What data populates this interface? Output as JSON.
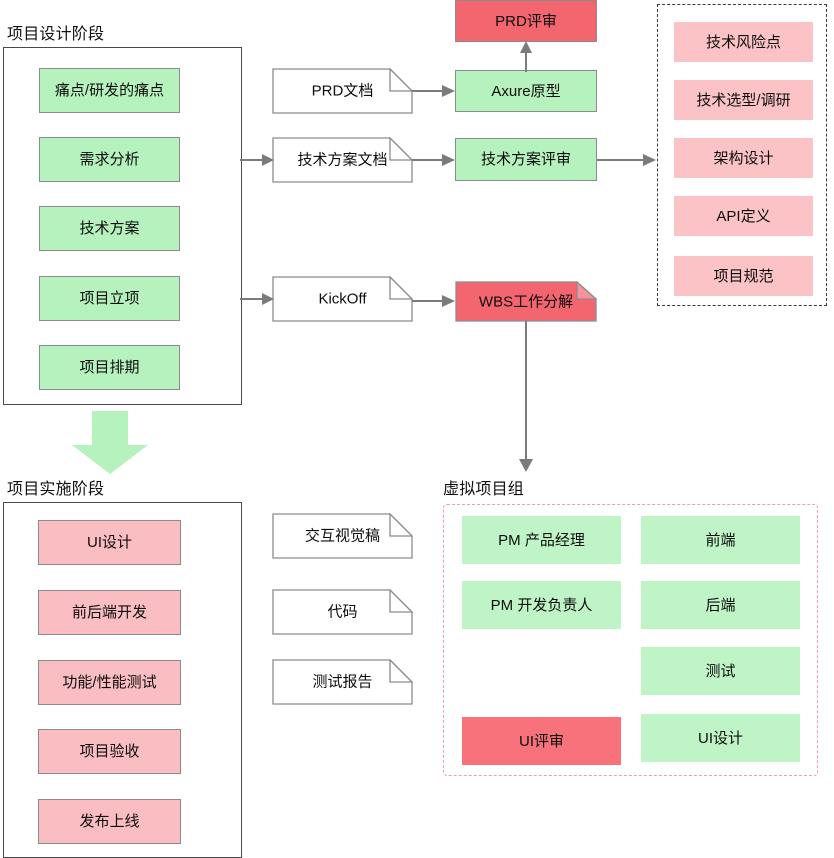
{
  "sections": {
    "design_phase": {
      "title": "项目设计阶段",
      "items": [
        {
          "label": "痛点/研发的痛点"
        },
        {
          "label": "需求分析"
        },
        {
          "label": "技术方案"
        },
        {
          "label": "项目立项"
        },
        {
          "label": "项目排期"
        }
      ]
    },
    "implementation_phase": {
      "title": "项目实施阶段",
      "items": [
        {
          "label": "UI设计"
        },
        {
          "label": "前后端开发"
        },
        {
          "label": "功能/性能测试"
        },
        {
          "label": "项目验收"
        },
        {
          "label": "发布上线"
        }
      ]
    },
    "virtual_team": {
      "title": "虚拟项目组",
      "left_column": [
        {
          "label": "PM 产品经理"
        },
        {
          "label": "PM 开发负责人"
        },
        {
          "label": "UI评审"
        }
      ],
      "right_column": [
        {
          "label": "前端"
        },
        {
          "label": "后端"
        },
        {
          "label": "测试"
        },
        {
          "label": "UI设计"
        }
      ]
    },
    "tech_outputs": {
      "items": [
        {
          "label": "技术风险点"
        },
        {
          "label": "技术选型/调研"
        },
        {
          "label": "架构设计"
        },
        {
          "label": "API定义"
        },
        {
          "label": "项目规范"
        }
      ]
    }
  },
  "documents": {
    "prd": {
      "label": "PRD文档"
    },
    "tech_plan": {
      "label": "技术方案文档"
    },
    "kickoff": {
      "label": "KickOff"
    },
    "wbs": {
      "label": "WBS工作分解"
    },
    "interaction_visual": {
      "label": "交互视觉稿"
    },
    "code": {
      "label": "代码"
    },
    "test_report": {
      "label": "测试报告"
    }
  },
  "reviews": {
    "prd_review": {
      "label": "PRD评审"
    },
    "axure_prototype": {
      "label": "Axure原型"
    },
    "tech_plan_review": {
      "label": "技术方案评审"
    }
  },
  "colors": {
    "green_fill": "#b5f2bd",
    "pink_fill": "#f9bdc2",
    "red_fill": "#f4666f",
    "node_border": "#8c8c8c",
    "panel_border": "#4a4a4a",
    "connector": "#7b7b7b",
    "dashed_pink": "#f09bb0",
    "big_arrow": "#b5f2bd"
  }
}
